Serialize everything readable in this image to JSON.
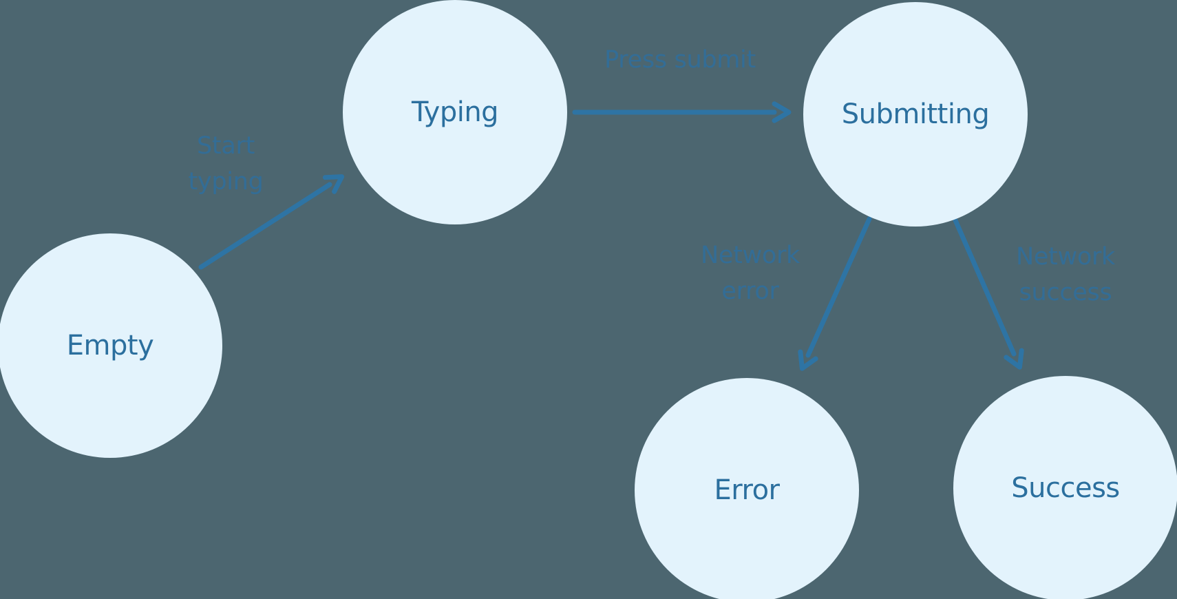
{
  "diagram": {
    "type": "state-machine",
    "states": [
      {
        "id": "empty",
        "label": "Empty"
      },
      {
        "id": "typing",
        "label": "Typing"
      },
      {
        "id": "submitting",
        "label": "Submitting"
      },
      {
        "id": "error",
        "label": "Error"
      },
      {
        "id": "success",
        "label": "Success"
      }
    ],
    "transitions": [
      {
        "from": "empty",
        "to": "typing",
        "label": "Start\ntyping"
      },
      {
        "from": "typing",
        "to": "submitting",
        "label": "Press submit"
      },
      {
        "from": "submitting",
        "to": "error",
        "label": "Network\nerror"
      },
      {
        "from": "submitting",
        "to": "success",
        "label": "Network\nsuccess"
      }
    ],
    "colors": {
      "background": "#4c6670",
      "state_fill": "#e3f3fc",
      "state_text": "#2b6f9e",
      "arrow": "#2e74a4",
      "transition_label": "#2e6f9f"
    }
  }
}
